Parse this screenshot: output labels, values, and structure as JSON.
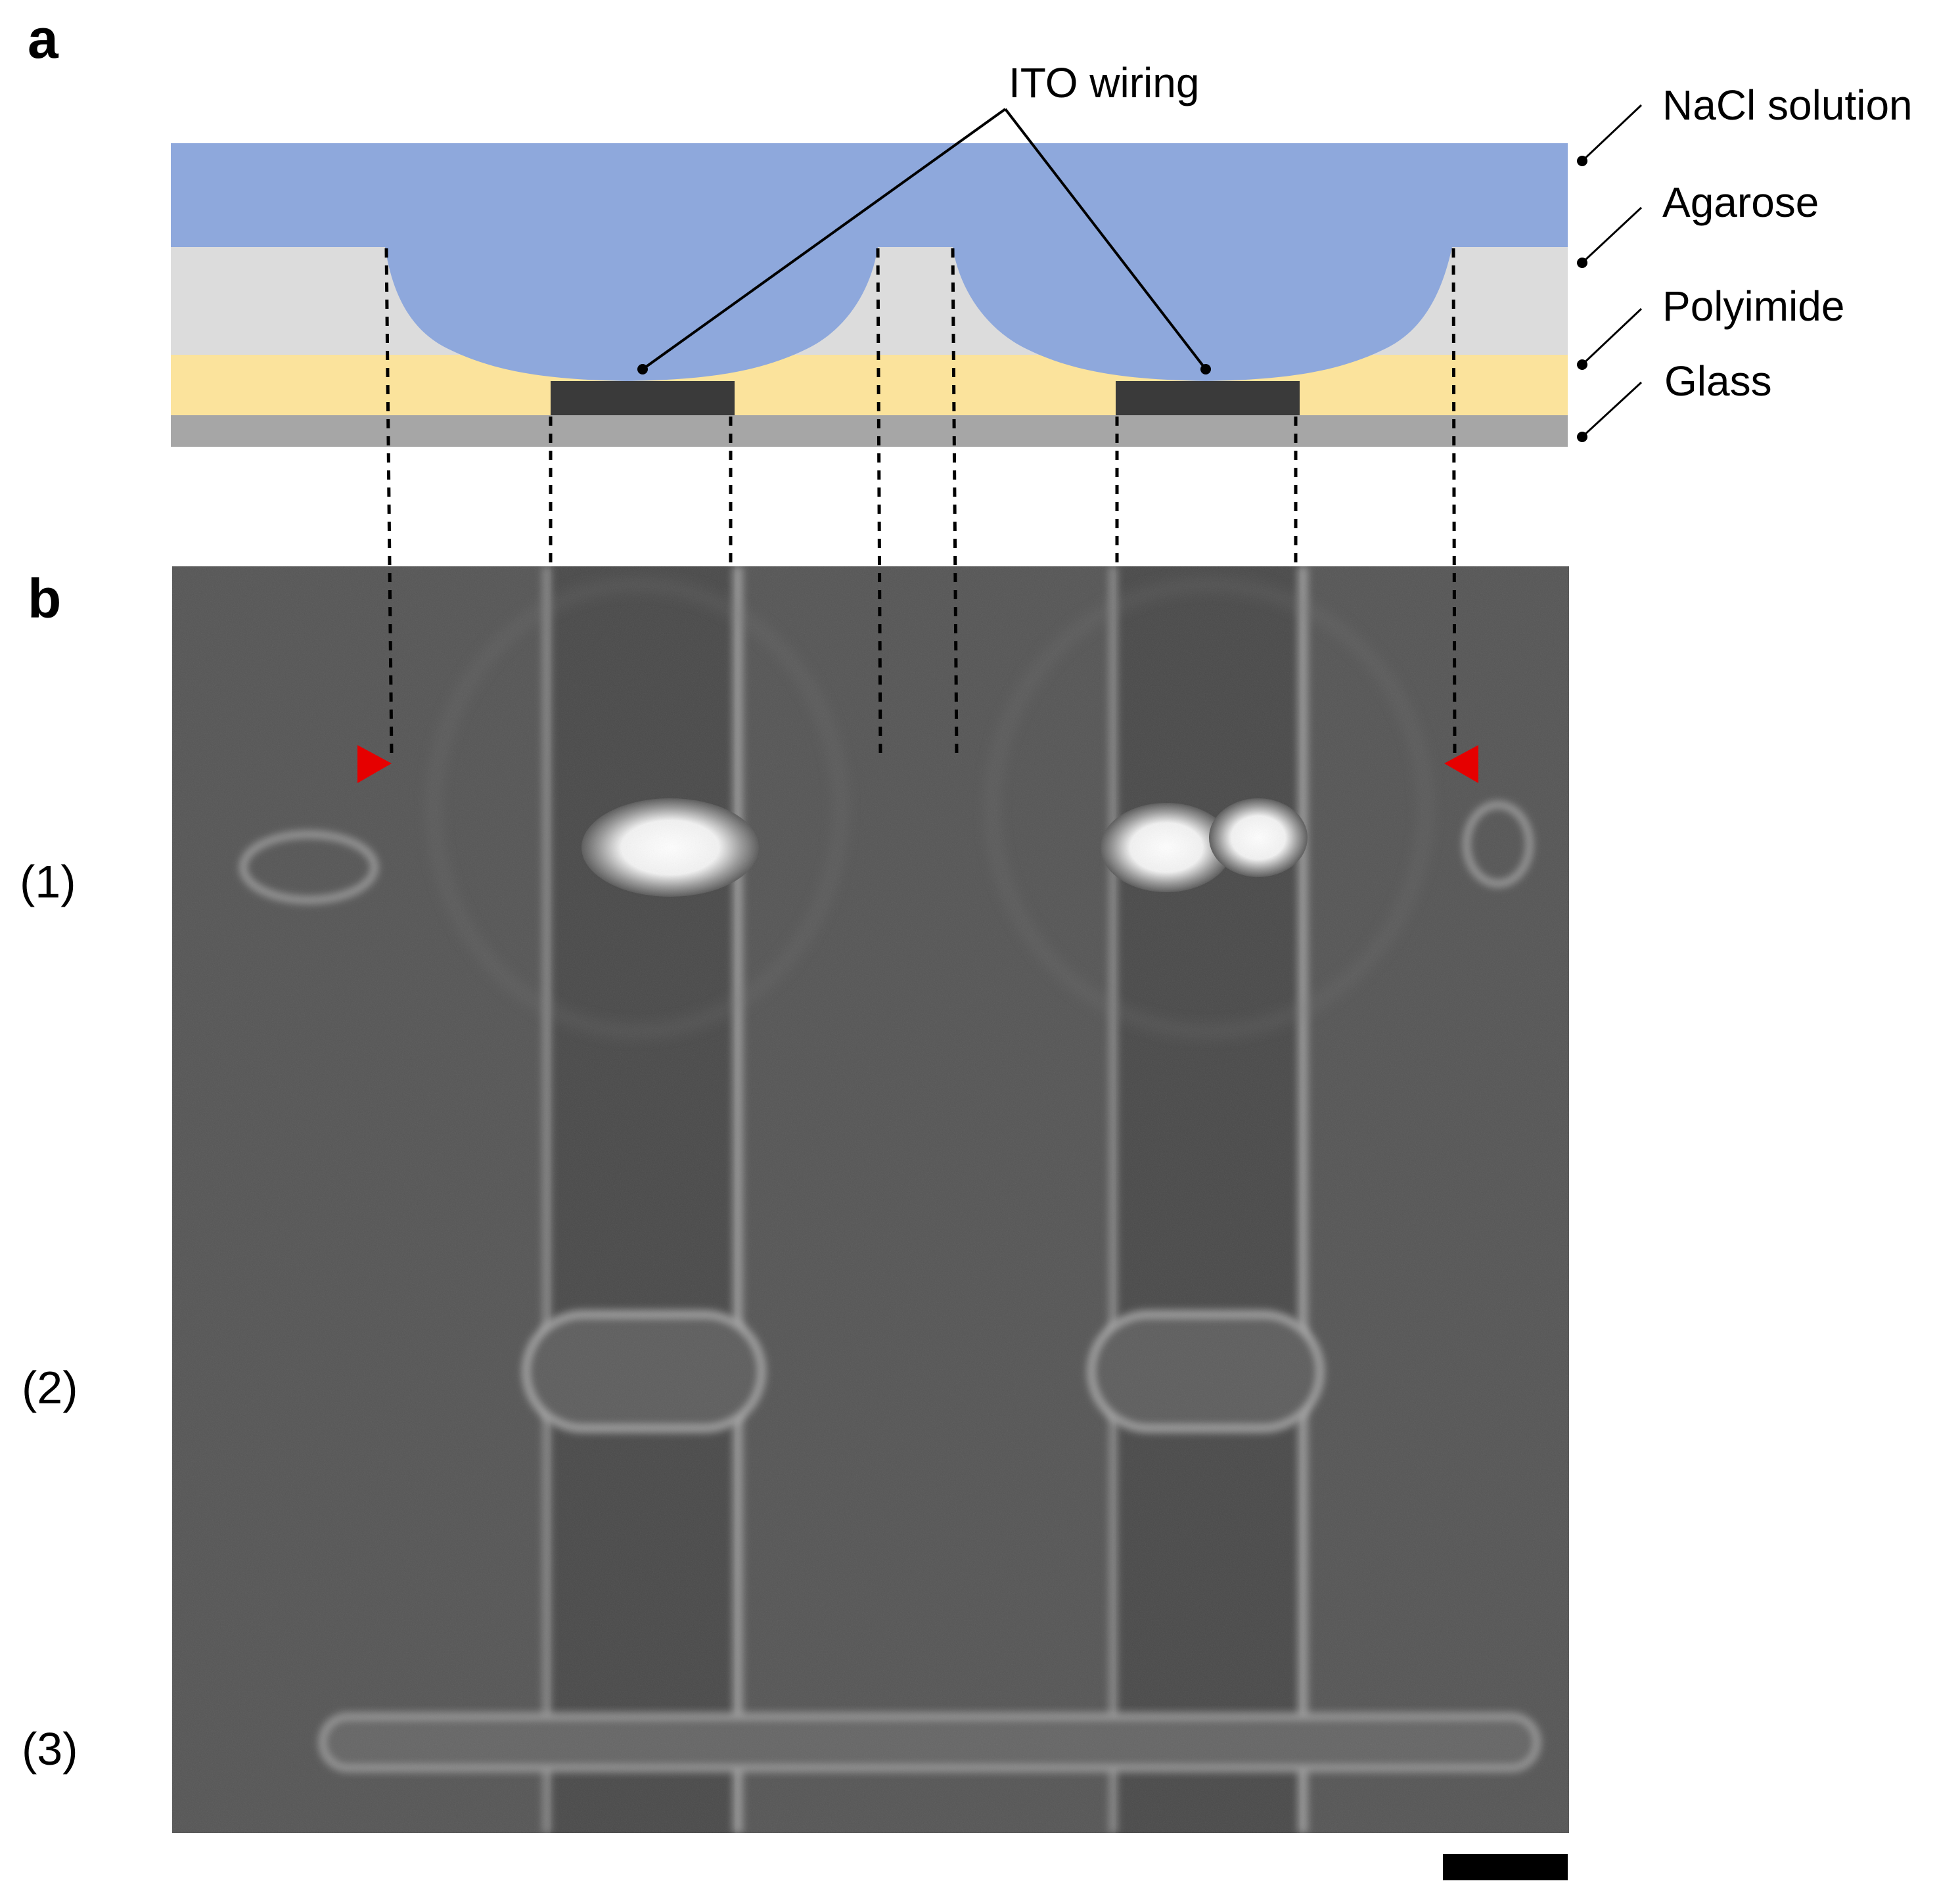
{
  "panels": {
    "a": {
      "letter": "a"
    },
    "b": {
      "letter": "b"
    }
  },
  "layers": {
    "nacl": {
      "label": "NaCl solution",
      "color": "#8ea8dc"
    },
    "agarose": {
      "label": "Agarose",
      "color": "#dcdcdc"
    },
    "polyimide": {
      "label": "Polyimide",
      "color": "#fbe39c"
    },
    "glass": {
      "label": "Glass",
      "color": "#a6a6a6"
    }
  },
  "electrode": {
    "label": "ITO wiring",
    "color": "#3a3a3a"
  },
  "rows": [
    "(1)",
    "(2)",
    "(3)"
  ],
  "colors": {
    "marker": "#e60000",
    "micrograph_bg": "#555555",
    "scalebar": "#000000"
  }
}
